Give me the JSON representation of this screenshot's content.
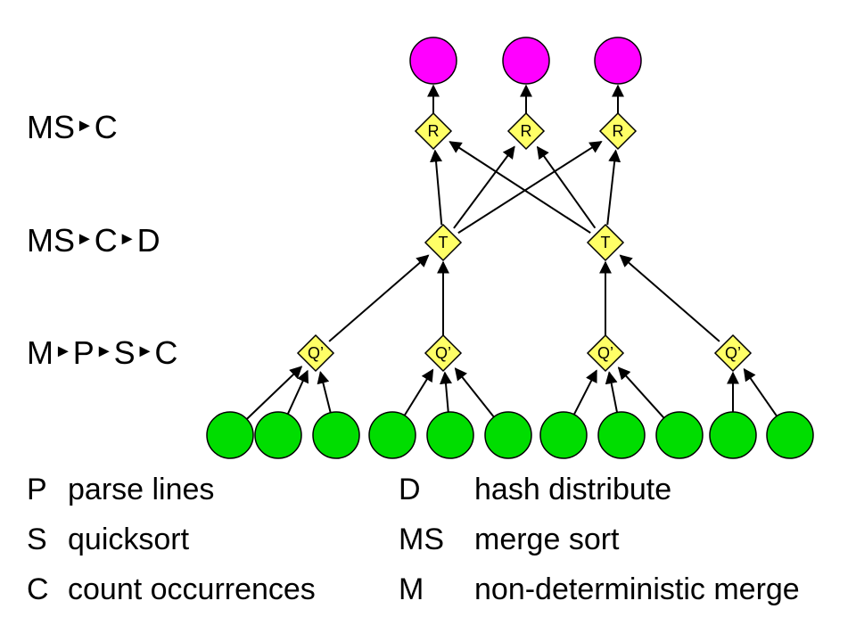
{
  "stages": [
    {
      "parts": [
        "MS",
        "C"
      ]
    },
    {
      "parts": [
        "MS",
        "C",
        "D"
      ]
    },
    {
      "parts": [
        "M",
        "P",
        "S",
        "C"
      ]
    }
  ],
  "separator": "►",
  "node_labels": {
    "top": "R",
    "middle": "T",
    "bottom": "Q’"
  },
  "legend": [
    {
      "key": "P",
      "desc": "parse lines"
    },
    {
      "key": "S",
      "desc": "quicksort"
    },
    {
      "key": "C",
      "desc": "count occurrences"
    },
    {
      "key": "D",
      "desc": "hash distribute"
    },
    {
      "key": "MS",
      "desc": "merge sort"
    },
    {
      "key": "M",
      "desc": "non-deterministic merge"
    }
  ],
  "colors": {
    "output_node": "#ff00ff",
    "input_node": "#00dd00",
    "vertex": "#ffff66",
    "edge": "#000000"
  }
}
